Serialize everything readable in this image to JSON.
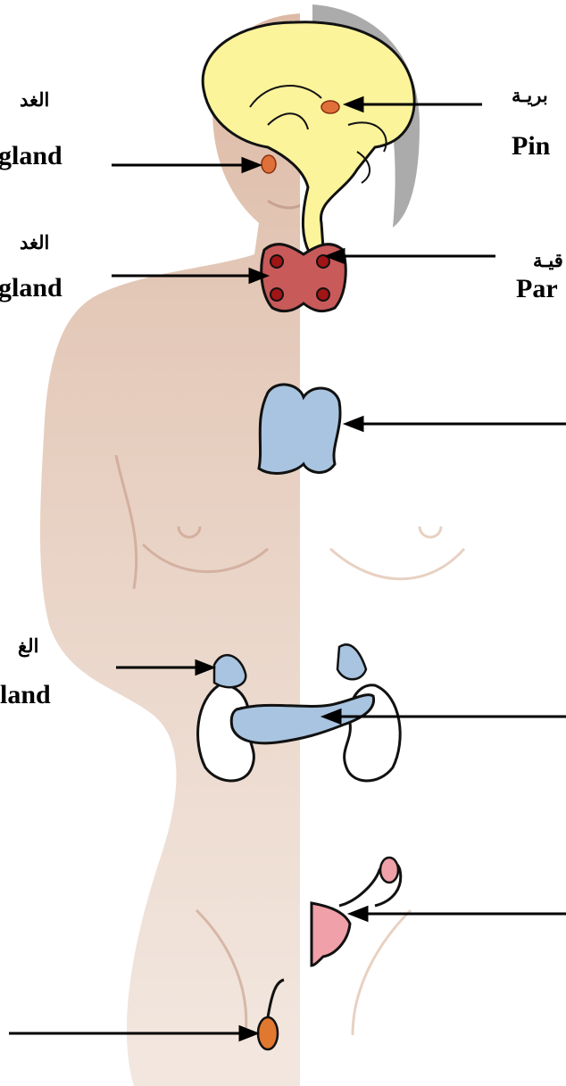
{
  "diagram": {
    "colors": {
      "skin_left": "#f0d9cb",
      "skin_right": "#f7e6d4",
      "brain": "#fbf49b",
      "pituitary": "#e0703a",
      "thyroid": "#c85a5a",
      "parathyroid": "#a01515",
      "thymus": "#a8c4e0",
      "kidney": "#ffffff",
      "uterus": "#f0a0a8",
      "testis": "#e07830",
      "outline": "#111111"
    },
    "labels": {
      "pituitary": {
        "arabic": "الغد",
        "english": "gland"
      },
      "pineal": {
        "arabic": "بريـة",
        "english": "Pin"
      },
      "thyroid": {
        "arabic": "الغد",
        "english": "gland"
      },
      "parathyroid": {
        "arabic": "قيـة",
        "english": "Par"
      },
      "adrenal": {
        "arabic": "الغ",
        "english": "land"
      }
    }
  }
}
